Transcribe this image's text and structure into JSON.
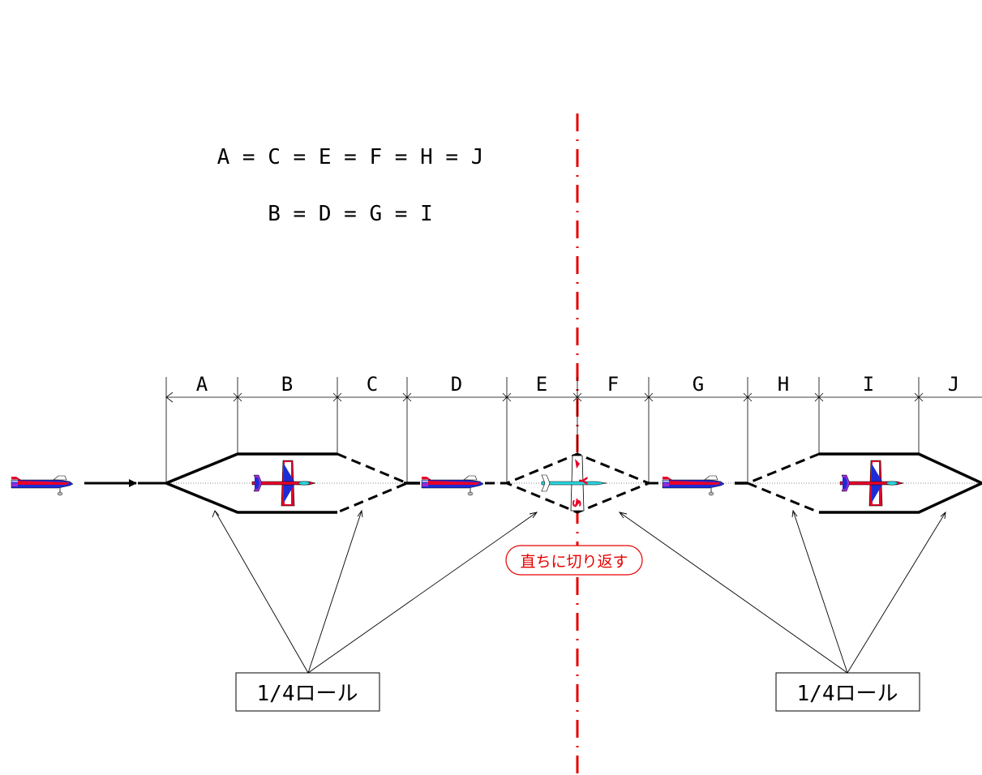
{
  "equations": {
    "line1": "A = C = E = F = H = J",
    "line2": "B = D = G = I"
  },
  "segments": [
    "A",
    "B",
    "C",
    "D",
    "E",
    "F",
    "G",
    "H",
    "I",
    "J"
  ],
  "center_note": "直ちに切り返す",
  "callouts": {
    "left": "1/4ロール",
    "right": "1/4ロール"
  },
  "colors": {
    "centerline": "#e60000",
    "note_text": "#e60000",
    "plane_red": "#e8002a",
    "plane_blue": "#1d2bd6",
    "plane_purple": "#9b2bd6",
    "plane_cyan": "#29d6e0",
    "lines": "#000000"
  },
  "icons": {
    "plane_side": "aircraft-side-view-icon",
    "plane_top": "aircraft-top-view-icon",
    "arrow": "direction-arrow-icon"
  }
}
